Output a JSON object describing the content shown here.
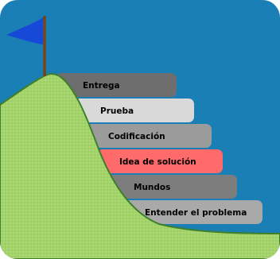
{
  "steps": [
    {
      "label": "Entrega",
      "color": "#6e6e6e",
      "text_color": "#000000"
    },
    {
      "label": "Prueba",
      "color": "#d9d9d9",
      "text_color": "#000000"
    },
    {
      "label": "Codificación",
      "color": "#9b9b9b",
      "text_color": "#000000"
    },
    {
      "label": "Idea de solución",
      "color": "#ff6b6b",
      "text_color": "#000000"
    },
    {
      "label": "Mundos",
      "color": "#7d7d7d",
      "text_color": "#000000"
    },
    {
      "label": "Entender el problema",
      "color": "#a9a9a9",
      "text_color": "#000000"
    }
  ],
  "colors": {
    "sky": "#1a7fb5",
    "hill": "#a3d36a",
    "hill_outline": "#3f7f2a",
    "flag": "#1749d9",
    "pole": "#6b4a2a"
  }
}
